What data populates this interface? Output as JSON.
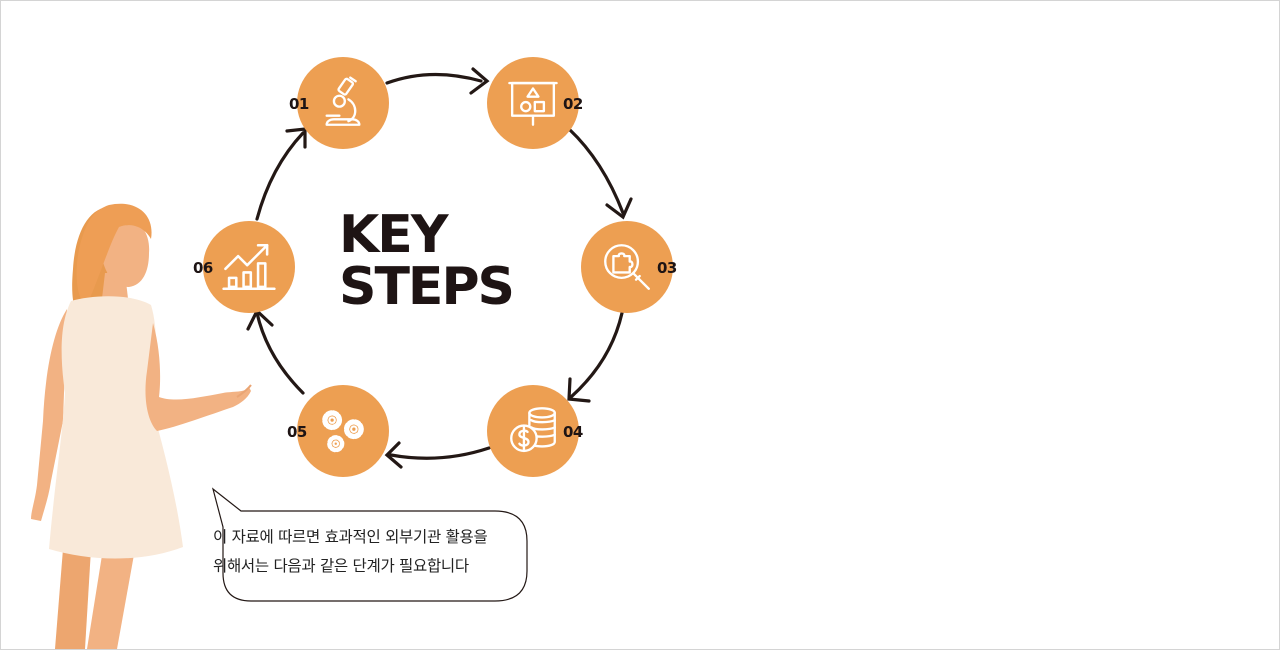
{
  "diagram": {
    "title_line1": "KEY",
    "title_line2": "STEPS",
    "accent_color": "#ED9F52",
    "arrow_color": "#231815",
    "steps": [
      {
        "number": "01",
        "icon": "microscope-icon"
      },
      {
        "number": "02",
        "icon": "presentation-board-shapes-icon"
      },
      {
        "number": "03",
        "icon": "puzzle-magnifier-icon"
      },
      {
        "number": "04",
        "icon": "dollar-coins-icon"
      },
      {
        "number": "05",
        "icon": "gears-icon"
      },
      {
        "number": "06",
        "icon": "growth-chart-icon"
      }
    ]
  },
  "speech_bubble": {
    "line1": "이 자료에 따르면 효과적인 외부기관 활용을",
    "line2": "위해서는 다음과 같은 단계가 필요합니다"
  },
  "presenter": {
    "figure": "woman-presenter-illustration"
  }
}
